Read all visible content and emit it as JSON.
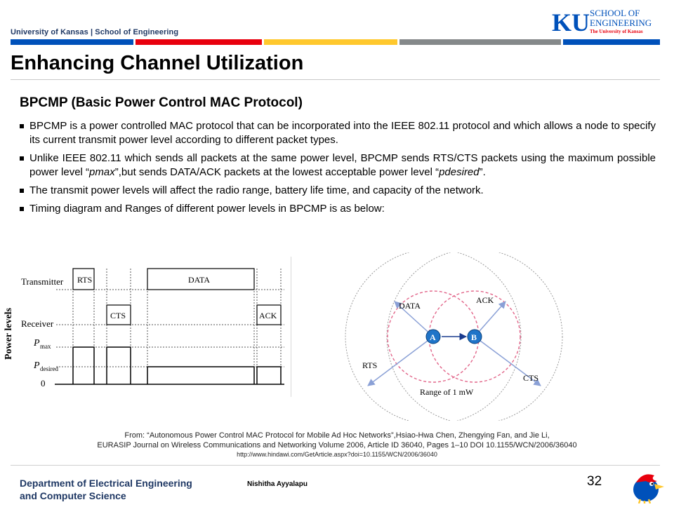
{
  "header": {
    "university": "University of Kansas | School of Engineering",
    "logo": {
      "ku": "KU",
      "line1": "SCHOOL OF",
      "line2": "ENGINEERING",
      "line3": "The University of Kansas"
    },
    "bar_colors": [
      "#0051ba",
      "#e8000d",
      "#ffc82d",
      "#85898a",
      "#0051ba"
    ]
  },
  "slide": {
    "title": "Enhancing Channel Utilization",
    "heading": "BPCMP (Basic Power Control MAC Protocol)",
    "bullets": [
      "BPCMP is a power controlled MAC protocol that can be incorporated into the IEEE 802.11 protocol and which allows a node to specify its current transmit power level according to different packet types.",
      "Unlike IEEE 802.11 which sends all packets at the same power level, BPCMP sends RTS/CTS packets using the maximum possible power level “pmax”,but sends DATA/ACK packets at the lowest acceptable power level “pdesired”.",
      "The transmit power levels will affect the radio range, battery life time, and capacity of the network.",
      "Timing diagram and Ranges of different power levels in BPCMP is as below:"
    ],
    "bullet2_parts": {
      "a": "Unlike IEEE 802.11 which sends all packets at the same power level, BPCMP sends RTS/CTS packets using the maximum possible power level “",
      "pmax": "pmax",
      "b": "”,but sends DATA/ACK packets at the lowest acceptable power level “",
      "pdesired": "pdesired",
      "c": "”."
    }
  },
  "timing_diagram": {
    "y_axis_label": "Power levels",
    "rows": [
      "Transmitter",
      "Receiver",
      "P",
      "P",
      "0"
    ],
    "row_subscripts": [
      "max",
      "desired"
    ],
    "packets": [
      "RTS",
      "DATA",
      "CTS",
      "ACK"
    ]
  },
  "range_diagram": {
    "nodes": [
      "A",
      "B"
    ],
    "arrows": [
      "DATA",
      "ACK",
      "RTS",
      "CTS"
    ],
    "range_label": "Range of 1 mW"
  },
  "caption": {
    "line1": "From: “Autonomous Power Control MAC Protocol for Mobile Ad Hoc Networks”,Hsiao-Hwa Chen, Zhengying Fan, and Jie Li,",
    "line2": "EURASIP Journal on Wireless Communications and Networking Volume 2006, Article ID 36040, Pages 1–10 DOI 10.1155/WCN/2006/36040",
    "url": "http://www.hindawi.com/GetArticle.aspx?doi=10.1155/WCN/2006/36040"
  },
  "footer": {
    "dept_line1": "Department of Electrical Engineering",
    "dept_line2": "and Computer Science",
    "author": "Nishitha Ayyalapu",
    "page": "32"
  }
}
